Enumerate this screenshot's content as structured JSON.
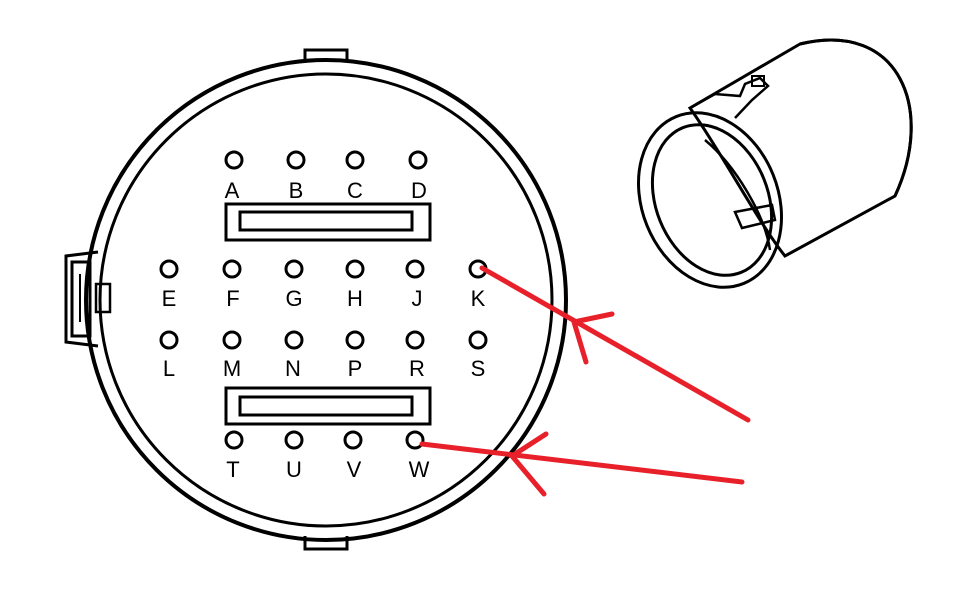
{
  "pins": [
    {
      "id": "A"
    },
    {
      "id": "B"
    },
    {
      "id": "C"
    },
    {
      "id": "D"
    },
    {
      "id": "E"
    },
    {
      "id": "F"
    },
    {
      "id": "G"
    },
    {
      "id": "H"
    },
    {
      "id": "J"
    },
    {
      "id": "K"
    },
    {
      "id": "L"
    },
    {
      "id": "M"
    },
    {
      "id": "N"
    },
    {
      "id": "P"
    },
    {
      "id": "R"
    },
    {
      "id": "S"
    },
    {
      "id": "T"
    },
    {
      "id": "U"
    },
    {
      "id": "V"
    },
    {
      "id": "W"
    }
  ],
  "highlighted_pins": [
    "K",
    "W"
  ],
  "colors": {
    "arrow": "#e8202a",
    "line": "#000000",
    "background": "#ffffff"
  }
}
